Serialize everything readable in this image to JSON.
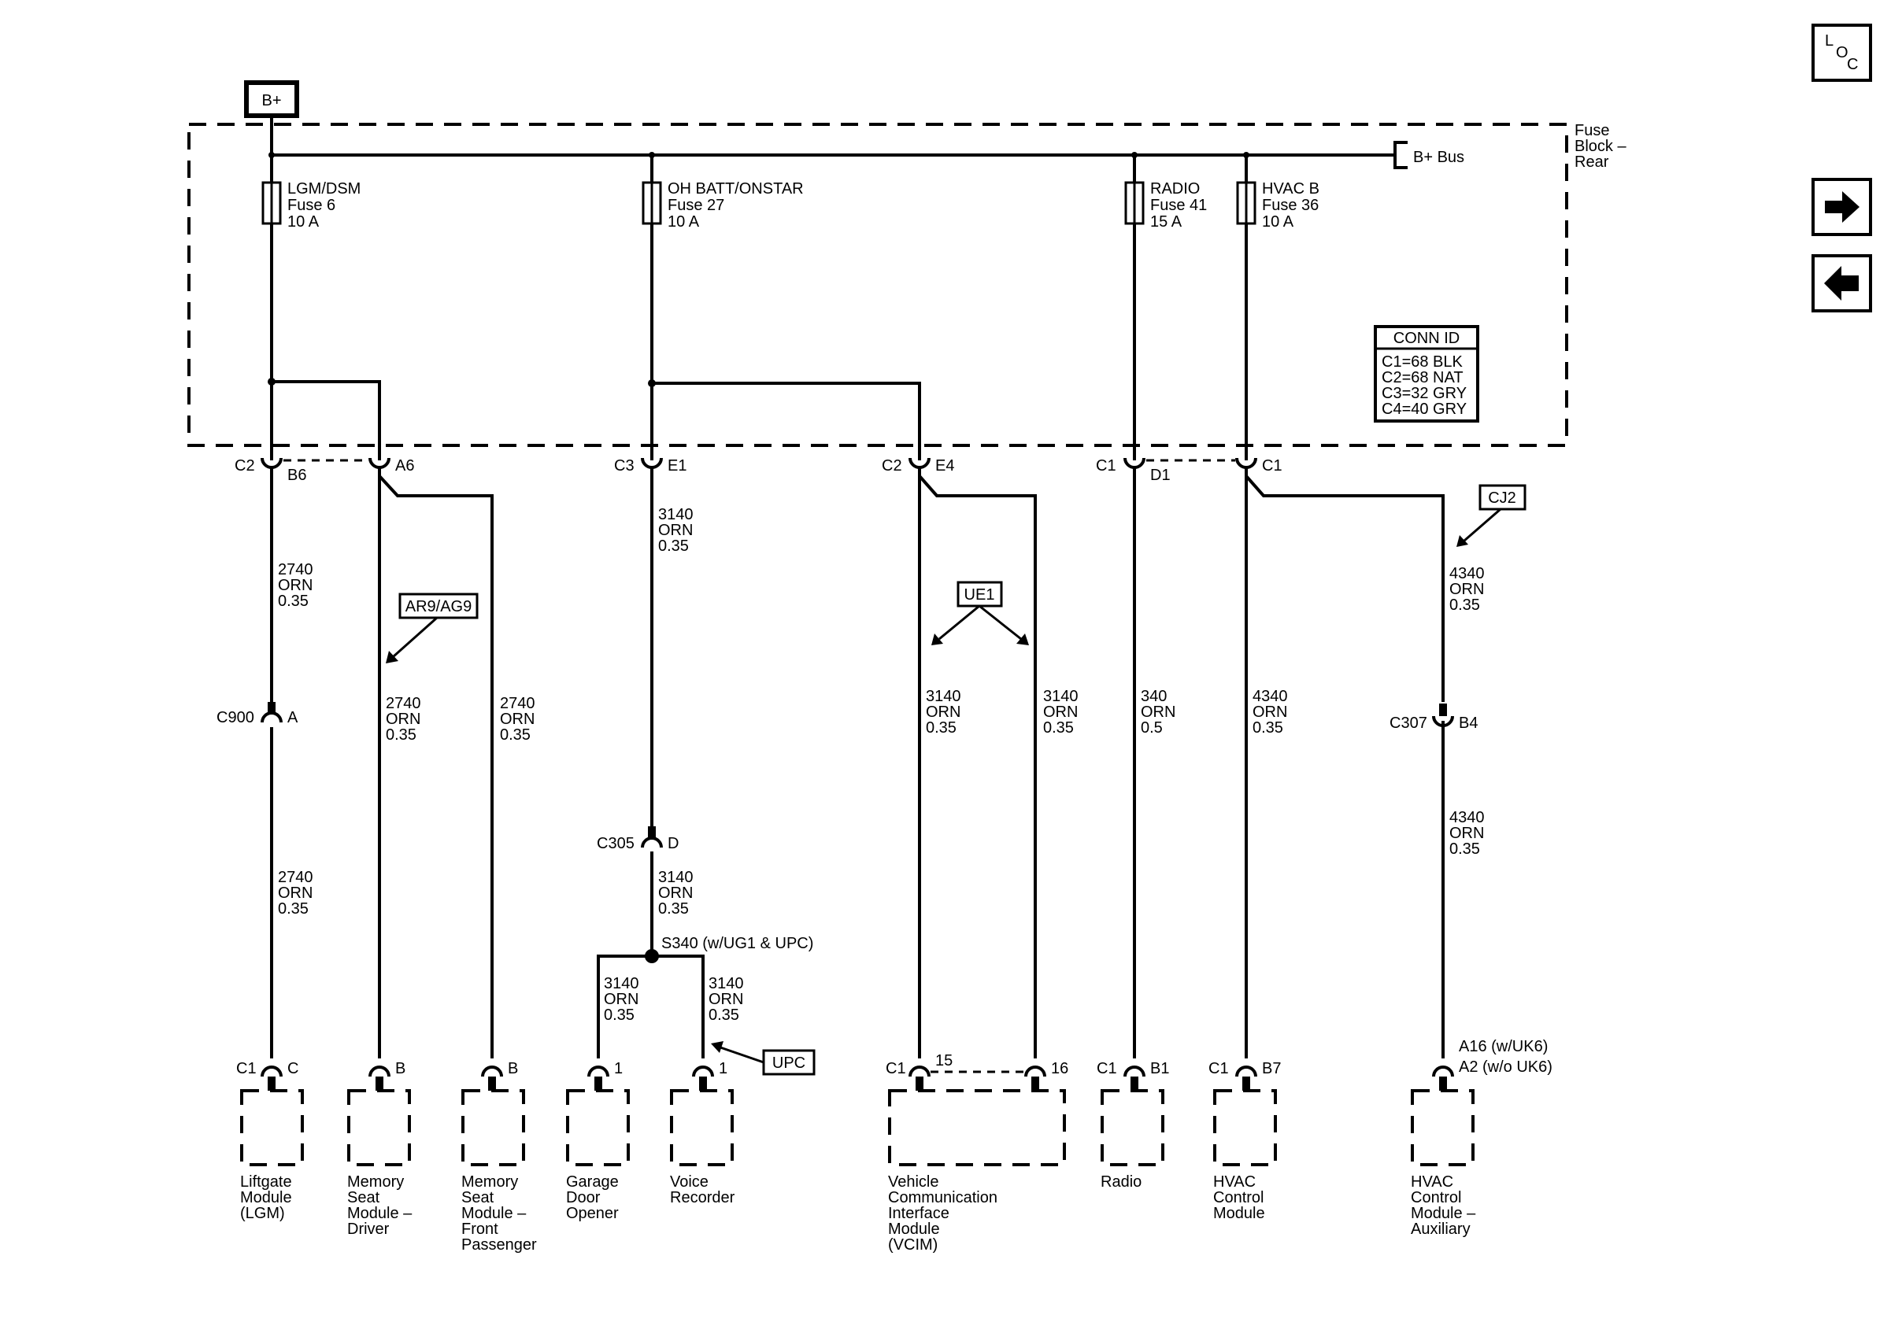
{
  "supply": {
    "label": "B+"
  },
  "fuse_block": {
    "label_lines": [
      "Fuse",
      "Block –",
      "Rear"
    ],
    "bus_label": "B+ Bus"
  },
  "fuses": [
    {
      "lines": [
        "LGM/DSM",
        "Fuse 6",
        "10 A"
      ]
    },
    {
      "lines": [
        "OH BATT/ONSTAR",
        "Fuse 27",
        "10 A"
      ]
    },
    {
      "lines": [
        "RADIO",
        "Fuse 41",
        "15 A"
      ]
    },
    {
      "lines": [
        "HVAC B",
        "Fuse 36",
        "10 A"
      ]
    }
  ],
  "conn_id": {
    "title": "CONN ID",
    "lines": [
      "C1=68 BLK",
      "C2=68 NAT",
      "C3=32 GRY",
      "C4=40 GRY"
    ]
  },
  "nav": {
    "loc_letters": [
      "L",
      "O",
      "C"
    ],
    "forward_icon": "right-arrow-icon",
    "back_icon": "left-arrow-icon"
  },
  "block_connectors": [
    {
      "conn": "C2",
      "pin": "B6"
    },
    {
      "pin": "A6"
    },
    {
      "conn": "C3",
      "pin": "E1"
    },
    {
      "conn": "C2",
      "pin": "E4"
    },
    {
      "conn": "C1",
      "pin": "D1"
    },
    {
      "pin": "C1"
    }
  ],
  "wires": [
    {
      "lines": [
        "2740",
        "ORN",
        "0.35"
      ]
    },
    {
      "lines": [
        "2740",
        "ORN",
        "0.35"
      ]
    },
    {
      "lines": [
        "2740",
        "ORN",
        "0.35"
      ]
    },
    {
      "lines": [
        "2740",
        "ORN",
        "0.35"
      ]
    },
    {
      "lines": [
        "3140",
        "ORN",
        "0.35"
      ]
    },
    {
      "lines": [
        "3140",
        "ORN",
        "0.35"
      ]
    },
    {
      "lines": [
        "3140",
        "ORN",
        "0.35"
      ]
    },
    {
      "lines": [
        "3140",
        "ORN",
        "0.35"
      ]
    },
    {
      "lines": [
        "3140",
        "ORN",
        "0.35"
      ]
    },
    {
      "lines": [
        "3140",
        "ORN",
        "0.35"
      ]
    },
    {
      "lines": [
        "340",
        "ORN",
        "0.5"
      ]
    },
    {
      "lines": [
        "4340",
        "ORN",
        "0.35"
      ]
    },
    {
      "lines": [
        "4340",
        "ORN",
        "0.35"
      ]
    },
    {
      "lines": [
        "4340",
        "ORN",
        "0.35"
      ]
    }
  ],
  "inline_connectors": [
    {
      "conn": "C900",
      "pin": "A"
    },
    {
      "conn": "C305",
      "pin": "D"
    },
    {
      "conn": "C307",
      "pin": "B4"
    }
  ],
  "splice": {
    "label": "S340 (w/UG1 & UPC)"
  },
  "option_tags": [
    "AR9/AG9",
    "UE1",
    "CJ2",
    "UPC"
  ],
  "components": [
    {
      "conn": "C1",
      "pin": "C",
      "name_lines": [
        "Liftgate",
        "Module",
        "(LGM)"
      ]
    },
    {
      "pin": "B",
      "name_lines": [
        "Memory",
        "Seat",
        "Module –",
        "Driver"
      ]
    },
    {
      "pin": "B",
      "name_lines": [
        "Memory",
        "Seat",
        "Module –",
        "Front",
        "Passenger"
      ]
    },
    {
      "pin": "1",
      "name_lines": [
        "Garage",
        "Door",
        "Opener"
      ]
    },
    {
      "pin": "1",
      "name_lines": [
        "Voice",
        "Recorder"
      ]
    },
    {
      "conn": "C1",
      "pin": "15",
      "pin2": "16",
      "name_lines": [
        "Vehicle",
        "Communication",
        "Interface",
        "Module",
        "(VCIM)"
      ]
    },
    {
      "conn": "C1",
      "pin": "B1",
      "name_lines": [
        "Radio"
      ]
    },
    {
      "conn": "C1",
      "pin": "B7",
      "name_lines": [
        "HVAC",
        "Control",
        "Module"
      ]
    },
    {
      "pin_lines": [
        "A16 (w/UK6)",
        "A2 (w/o UK6)"
      ],
      "name_lines": [
        "HVAC",
        "Control",
        "Module –",
        "Auxiliary"
      ]
    }
  ]
}
